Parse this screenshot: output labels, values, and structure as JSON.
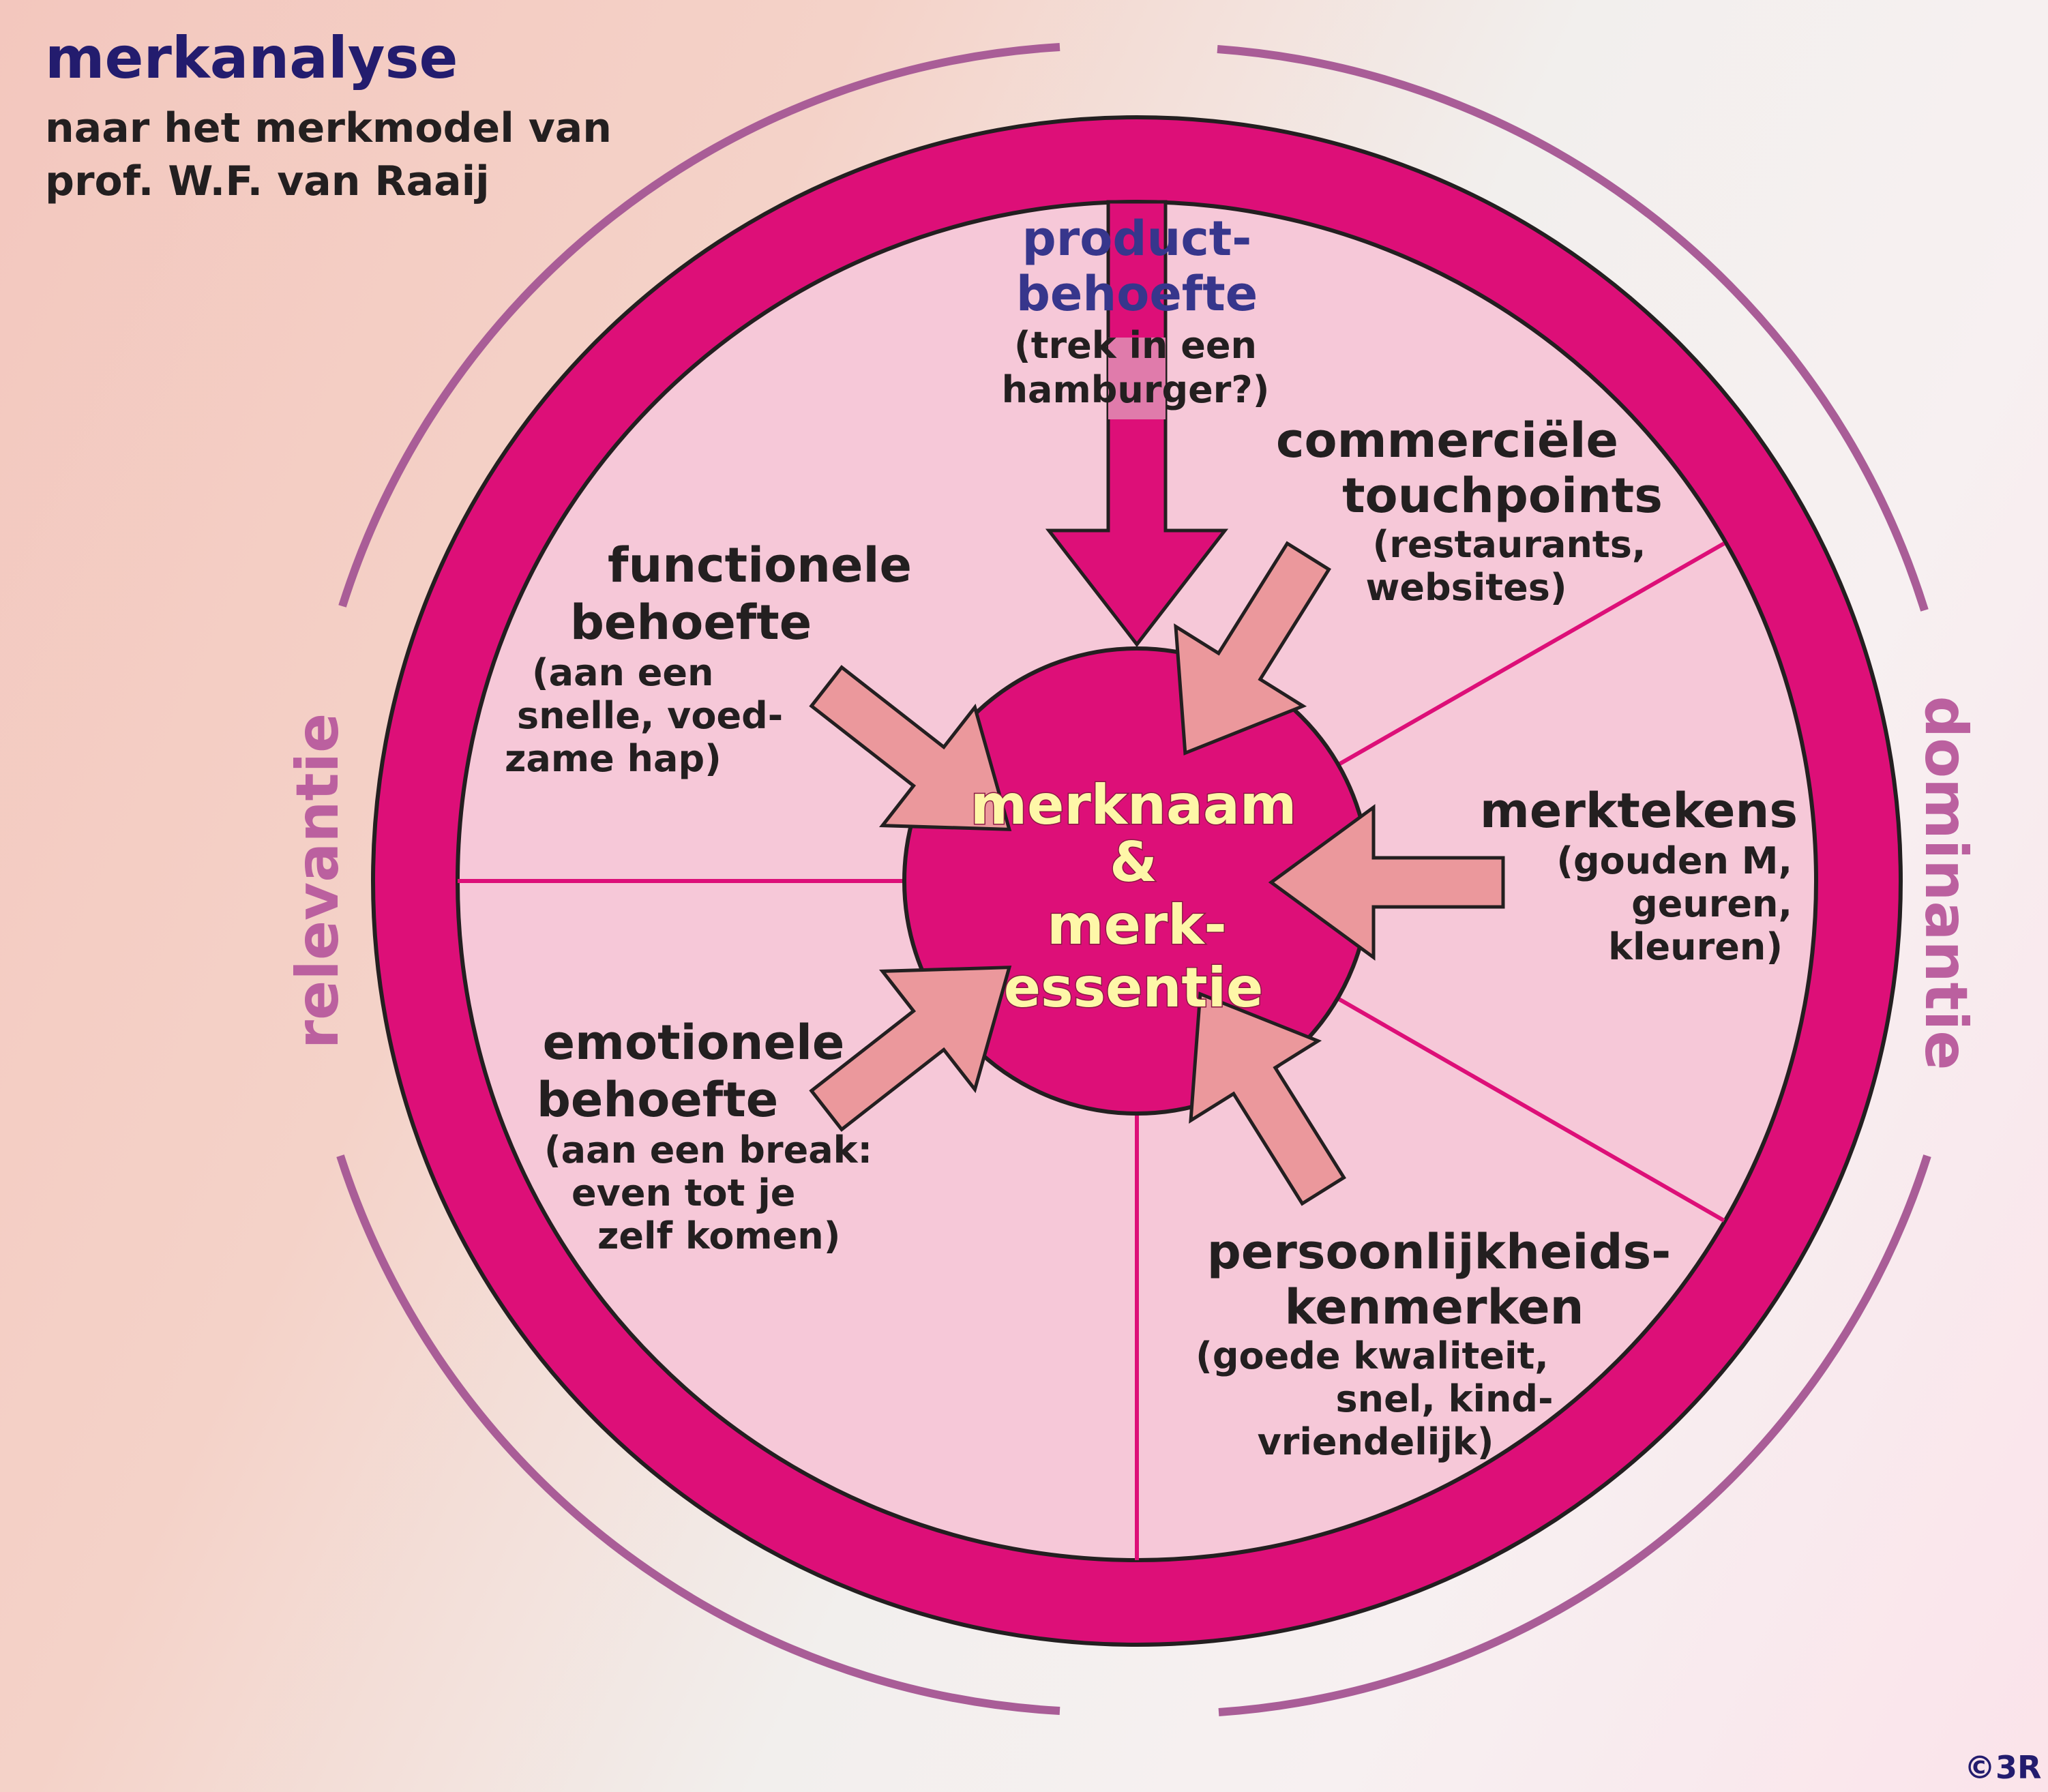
{
  "header": {
    "title": "merkanalyse",
    "subtitle_line1": "naar het merkmodel van",
    "subtitle_line2": "prof. W.F. van Raaij"
  },
  "side_labels": {
    "left": "relevantie",
    "right": "dominantie"
  },
  "center": {
    "line1": "merknaam",
    "line2": "&",
    "line3": "merk-",
    "line4": "essentie"
  },
  "segments": {
    "product": {
      "title1": "product-",
      "title2": "behoefte",
      "sub1": "(trek in een",
      "sub2": "hamburger?)"
    },
    "functional": {
      "title1": "functionele",
      "title2": "behoefte",
      "sub1": "(aan een",
      "sub2": "snelle, voed-",
      "sub3": "zame hap)"
    },
    "commercial": {
      "title1": "commerciële",
      "title2": "touchpoints",
      "sub1": "(restaurants,",
      "sub2": "websites)"
    },
    "marks": {
      "title1": "merktekens",
      "sub1": "(gouden M,",
      "sub2": "geuren,",
      "sub3": "kleuren)"
    },
    "emotional": {
      "title1": "emotionele",
      "title2": "behoefte",
      "sub1": "(aan een break:",
      "sub2": "even tot je",
      "sub3": "zelf komen)"
    },
    "personality": {
      "title1": "persoonlijkheids-",
      "title2": "kenmerken",
      "sub1": "(goede kwaliteit,",
      "sub2": "snel, kind-",
      "sub3": "vriendelijk)"
    }
  },
  "copyright": "©3R",
  "colors": {
    "magenta": "#dd0f78",
    "ring_outline": "#a86a9a",
    "segment_fill": "#f6c8d8",
    "arrow_fill": "#eb989c",
    "title_blue": "#231c6e",
    "side_label": "#bb609f",
    "center_text": "#fef7a8",
    "text_dark": "#231f20",
    "product_blue": "#37368c"
  }
}
